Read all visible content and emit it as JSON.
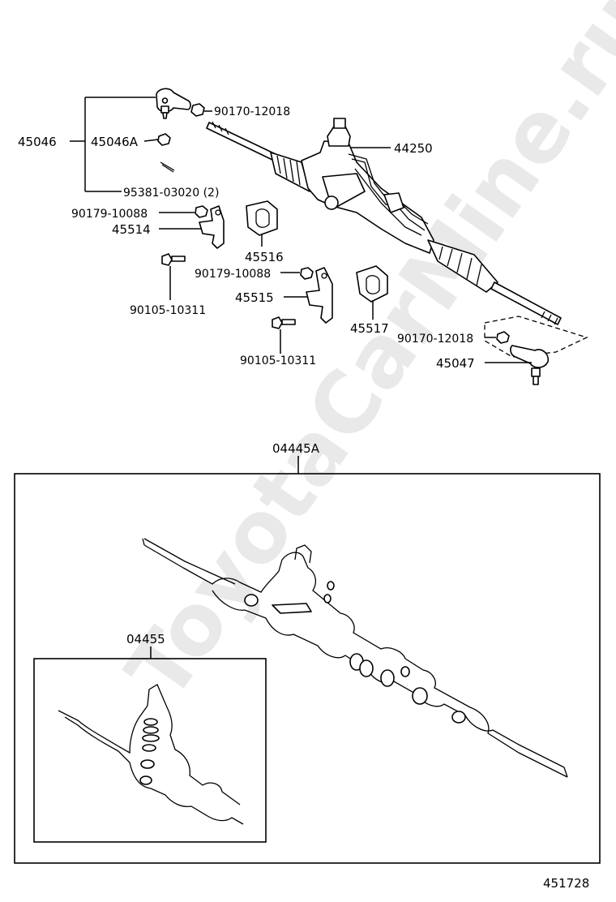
{
  "watermark": "ToyotaCarMine.ru",
  "diagram_number": "451728",
  "parts": {
    "tie_rod_end_lh": "45046",
    "tie_rod_end_sub": "45046A",
    "nut_upper": "90170-12018",
    "cotter_pin": "95381-03020 (2)",
    "gear_assembly": "44250",
    "nut_bracket_1": "90179-10088",
    "bracket_1": "45514",
    "grommet_1": "45516",
    "bolt_1": "90105-10311",
    "nut_bracket_2": "90179-10088",
    "bracket_2": "45515",
    "grommet_2": "45517",
    "bolt_2": "90105-10311",
    "nut_lower": "90170-12018",
    "tie_rod_end_rh": "45047",
    "gasket_kit": "04445A",
    "seal_kit": "04455"
  }
}
